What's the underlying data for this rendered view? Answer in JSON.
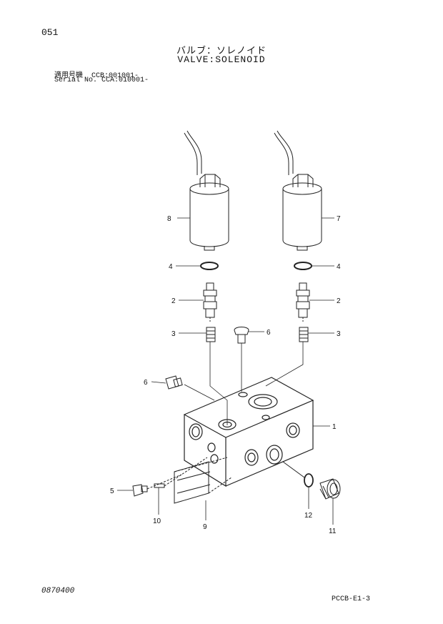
{
  "header": {
    "page_number": "051",
    "title_jp": "バルブ：ソレノイド",
    "title_en": "VALVE:SOLENOID",
    "serial_line_1": "適用号機  CCB:001001-",
    "serial_line_2": "Serial No. CCA:010001-"
  },
  "callouts": {
    "c1": "1",
    "c2_left": "2",
    "c2_right": "2",
    "c3_left": "3",
    "c3_right": "3",
    "c4_left": "4",
    "c4_right": "4",
    "c5": "5",
    "c6_top": "6",
    "c6_left": "6",
    "c7": "7",
    "c8": "8",
    "c9": "9",
    "c10": "10",
    "c11": "11",
    "c12": "12"
  },
  "footer": {
    "left_code": "0870400",
    "right_code": "PCCB-E1-3"
  }
}
